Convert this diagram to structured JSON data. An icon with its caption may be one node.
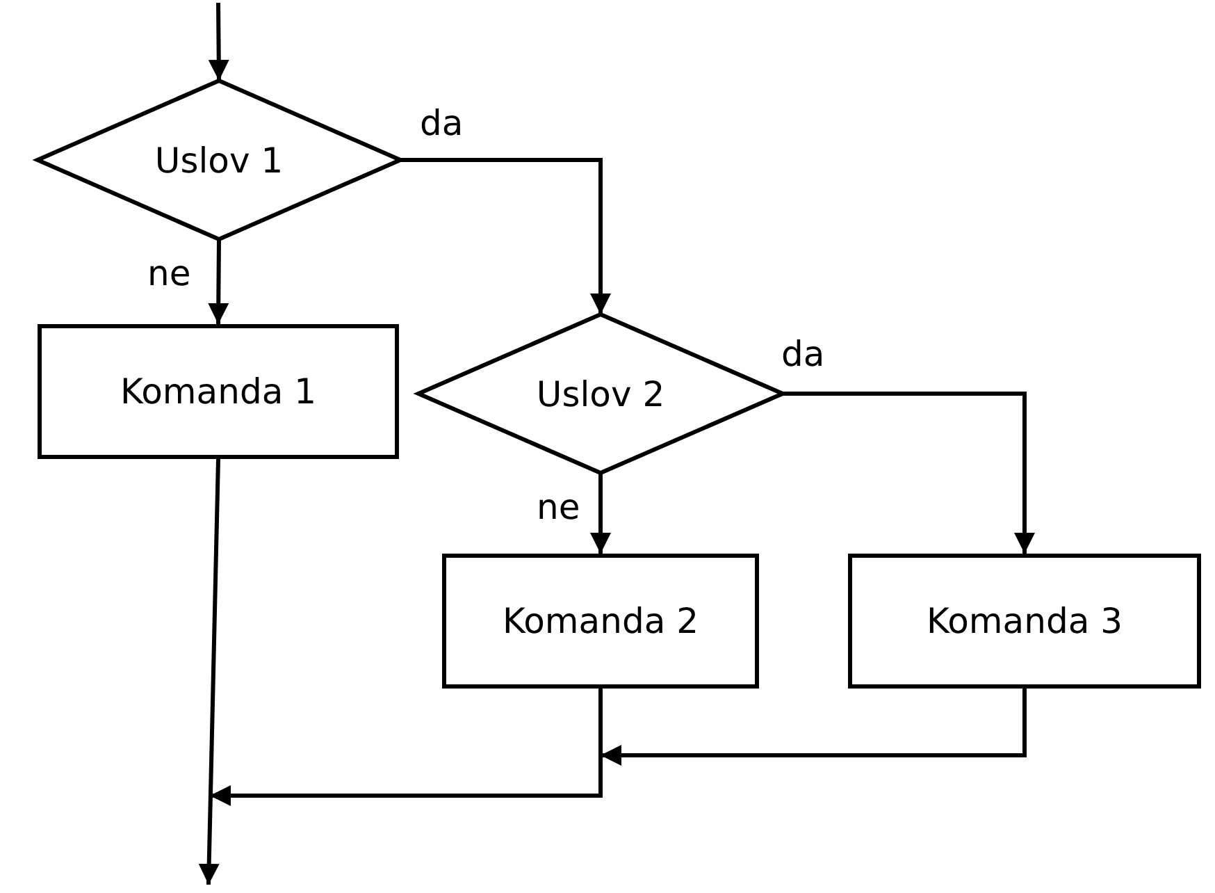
{
  "diagram": {
    "nodes": [
      {
        "text": [
          "Uslov 1"
        ]
      },
      {
        "text": [
          "Komanda 1"
        ]
      },
      {
        "text": [
          "Uslov 2"
        ]
      },
      {
        "text": [
          "Komanda 2"
        ]
      },
      {
        "text": [
          "Komanda 3"
        ]
      }
    ],
    "edges": [
      {
        "from": null,
        "to": 0,
        "arrow": "to"
      },
      {
        "from": 0,
        "to": 1,
        "arrow": "to",
        "label": "ne"
      },
      {
        "from": 0,
        "to": 2,
        "arrow": "to",
        "label": "da"
      },
      {
        "from": 2,
        "to": 3,
        "arrow": "to",
        "label": "ne"
      },
      {
        "from": 2,
        "to": 4,
        "arrow": "to",
        "label": "da"
      },
      {
        "from": 1,
        "to": null,
        "arrow": "to"
      },
      {
        "from": 3,
        "to": null,
        "arrow": "to"
      },
      {
        "from": 4,
        "to": null,
        "arrow": "to"
      }
    ]
  }
}
